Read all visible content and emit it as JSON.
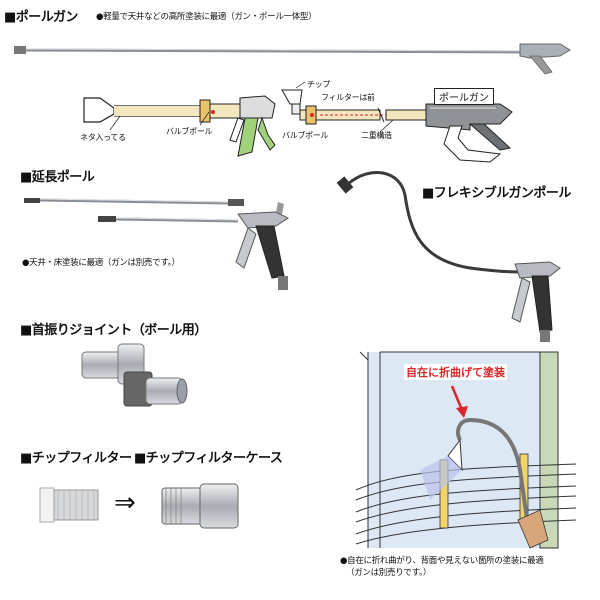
{
  "sections": {
    "pole_gun": {
      "title": "■ポールガン",
      "note": "●軽量で天井などの高所塗装に最適（ガン・ポール一体型）",
      "labels": {
        "neta": "ネタ入ってる",
        "valve_pole_1": "バルブポール",
        "tip": "チップ",
        "filter_front": "フィルターは前",
        "valve_pole_2": "バルブポール",
        "double_structure": "二重構造",
        "pole_gun_box": "ポールガン"
      }
    },
    "extension_pole": {
      "title": "■延長ポール",
      "note": "●天井・床塗装に最適（ガンは別売です。）"
    },
    "flexible_pole": {
      "title": "■フレキシブルガンポール",
      "highlight": "自在に折曲げて塗装",
      "note_line1": "●自在に折れ曲がり、背面や見えない箇所の塗装に最適",
      "note_line2": "（ガンは別売りです。）"
    },
    "swivel_joint": {
      "title": "■首振りジョイント（ボール用）"
    },
    "tip_filter": {
      "title": "■チップフィルター",
      "case_title": "■チップフィルターケース",
      "arrow": "⇒"
    }
  },
  "colors": {
    "accent_red": "#d8262b",
    "grip_green": "#9fd27a",
    "metal": "#b8bcc2",
    "wall": "#d8e6f2",
    "pipe_green": "#c9d9b8"
  }
}
